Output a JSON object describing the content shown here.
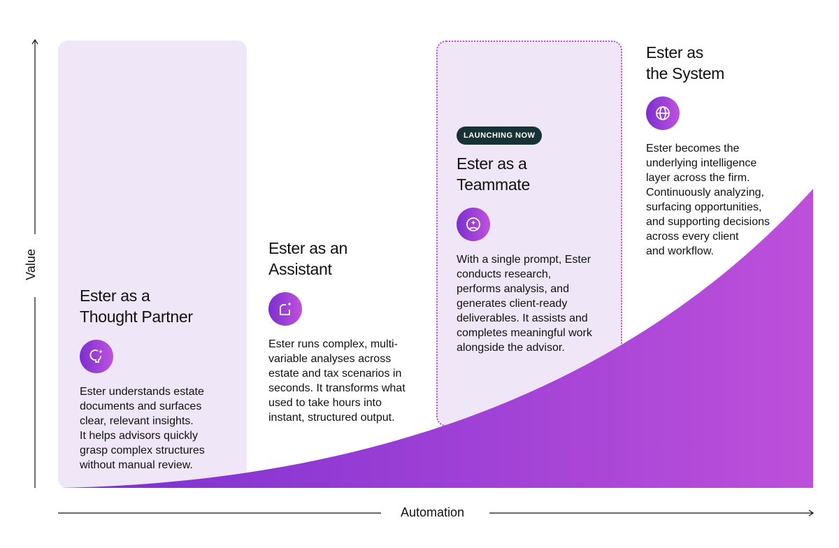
{
  "axes": {
    "y_label": "Value",
    "x_label": "Automation"
  },
  "stages": [
    {
      "title": "Ester as a\nThought Partner",
      "icon": "lightbulb-sparkle-icon",
      "body": "Ester understands estate\ndocuments and surfaces\nclear, relevant insights.\nIt helps advisors quickly\ngrasp complex structures\nwithout manual review."
    },
    {
      "title": "Ester as an\nAssistant",
      "icon": "document-sparkle-icon",
      "body": "Ester runs complex, multi-\nvariable analyses across\nestate and tax scenarios in\nseconds. It transforms what\nused to take hours into\ninstant, structured output."
    },
    {
      "badge": "LAUNCHING NOW",
      "title": "Ester as a\nTeammate",
      "icon": "user-sparkle-icon",
      "body": "With a single prompt, Ester\nconducts research,\nperforms analysis, and\ngenerates client-ready\ndeliverables. It assists and\ncompletes meaningful work\nalongside the advisor."
    },
    {
      "title": "Ester as\nthe System",
      "icon": "globe-icon",
      "body": "Ester becomes the\nunderlying intelligence\nlayer across the firm.\nContinuously analyzing,\nsurfacing opportunities,\nand supporting decisions\nacross every client\nand workflow."
    }
  ],
  "colors": {
    "card": "#efe7f8",
    "gradient_start": "#7b2fd0",
    "gradient_end": "#c052dc",
    "badge": "#173235"
  }
}
